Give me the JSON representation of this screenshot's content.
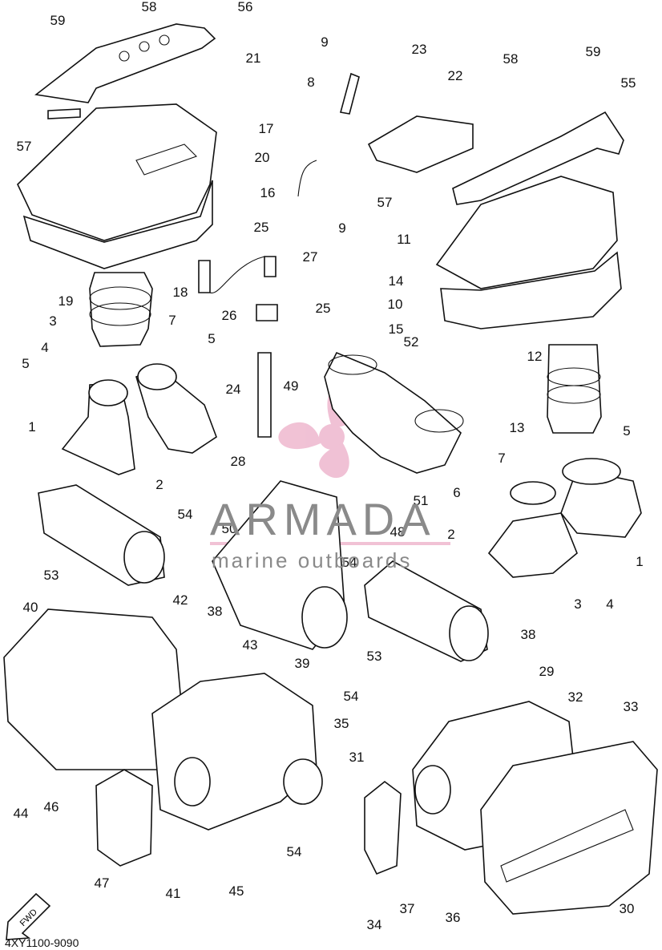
{
  "diagram": {
    "diagram_code": "4XY1100-9090",
    "fwd_arrow_text": "FWD",
    "watermark": {
      "brand": "ARMADA",
      "tagline": "marine outboards"
    },
    "callouts": [
      "59",
      "58",
      "56",
      "21",
      "9",
      "8",
      "23",
      "22",
      "58",
      "59",
      "55",
      "57",
      "17",
      "20",
      "16",
      "57",
      "9",
      "25",
      "27",
      "11",
      "14",
      "18",
      "26",
      "25",
      "10",
      "15",
      "19",
      "3",
      "7",
      "5",
      "4",
      "5",
      "52",
      "24",
      "49",
      "12",
      "13",
      "5",
      "1",
      "2",
      "28",
      "7",
      "6",
      "51",
      "54",
      "50",
      "48",
      "2",
      "1",
      "53",
      "54",
      "3",
      "4",
      "40",
      "42",
      "38",
      "43",
      "39",
      "53",
      "38",
      "29",
      "54",
      "33",
      "32",
      "35",
      "31",
      "46",
      "44",
      "47",
      "41",
      "45",
      "54",
      "37",
      "36",
      "30",
      "34"
    ]
  }
}
